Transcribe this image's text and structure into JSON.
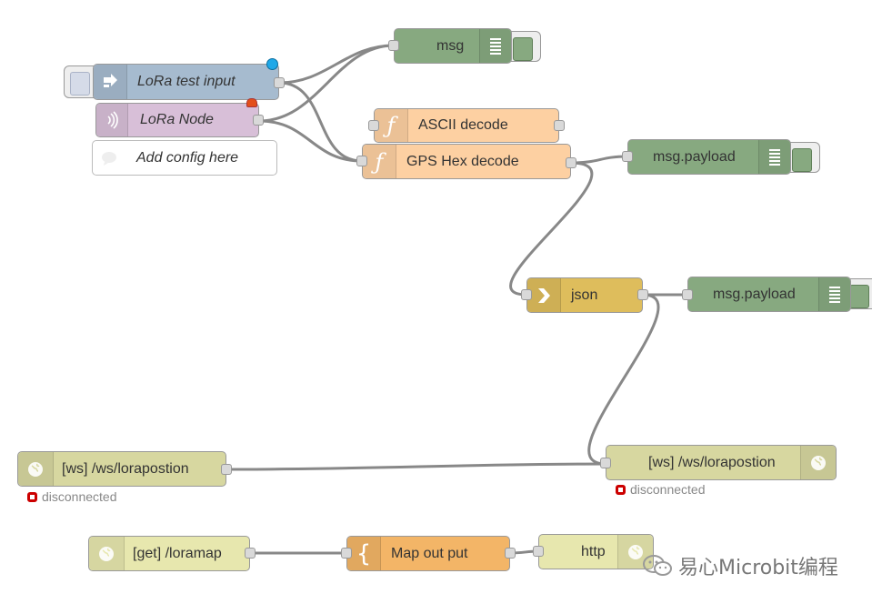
{
  "colors": {
    "inject": "#a6bbcf",
    "lora": "#d8bfd8",
    "comment": "#ffffff",
    "debug": "#87a980",
    "function": "#fdd0a2",
    "json": "#debd5c",
    "websocket": "#d7d7a0",
    "http": "#e7e7ae",
    "template": "#f3b567",
    "wire": "#888888"
  },
  "nodes": {
    "lora_test_input": {
      "label": "LoRa test input",
      "icon": "inject-arrow-icon"
    },
    "lora_node": {
      "label": "LoRa Node",
      "icon": "radio-wave-icon"
    },
    "comment": {
      "label": "Add config here",
      "icon": "comment-icon"
    },
    "debug_msg": {
      "label": "msg",
      "icon": "debug-list-icon"
    },
    "ascii_decode": {
      "label": "ASCII decode",
      "icon": "function-icon"
    },
    "gps_hex_decode": {
      "label": "GPS Hex decode",
      "icon": "function-icon"
    },
    "debug_payload_1": {
      "label": "msg.payload",
      "icon": "debug-list-icon"
    },
    "json": {
      "label": "json",
      "icon": "json-arrow-icon"
    },
    "debug_payload_2": {
      "label": "msg.payload",
      "icon": "debug-list-icon"
    },
    "ws_in": {
      "label": "[ws] /ws/lorapostion",
      "icon": "globe-icon",
      "status": "disconnected"
    },
    "ws_out": {
      "label": "[ws] /ws/lorapostion",
      "icon": "globe-icon",
      "status": "disconnected"
    },
    "http_in": {
      "label": "[get] /loramap",
      "icon": "globe-icon"
    },
    "map_template": {
      "label": "Map out put",
      "icon": "template-brace-icon",
      "icon_glyph": "{"
    },
    "http_response": {
      "label": "http",
      "icon": "globe-icon"
    }
  },
  "watermark": {
    "text": "易心Microbit编程",
    "icon": "wechat-icon"
  }
}
